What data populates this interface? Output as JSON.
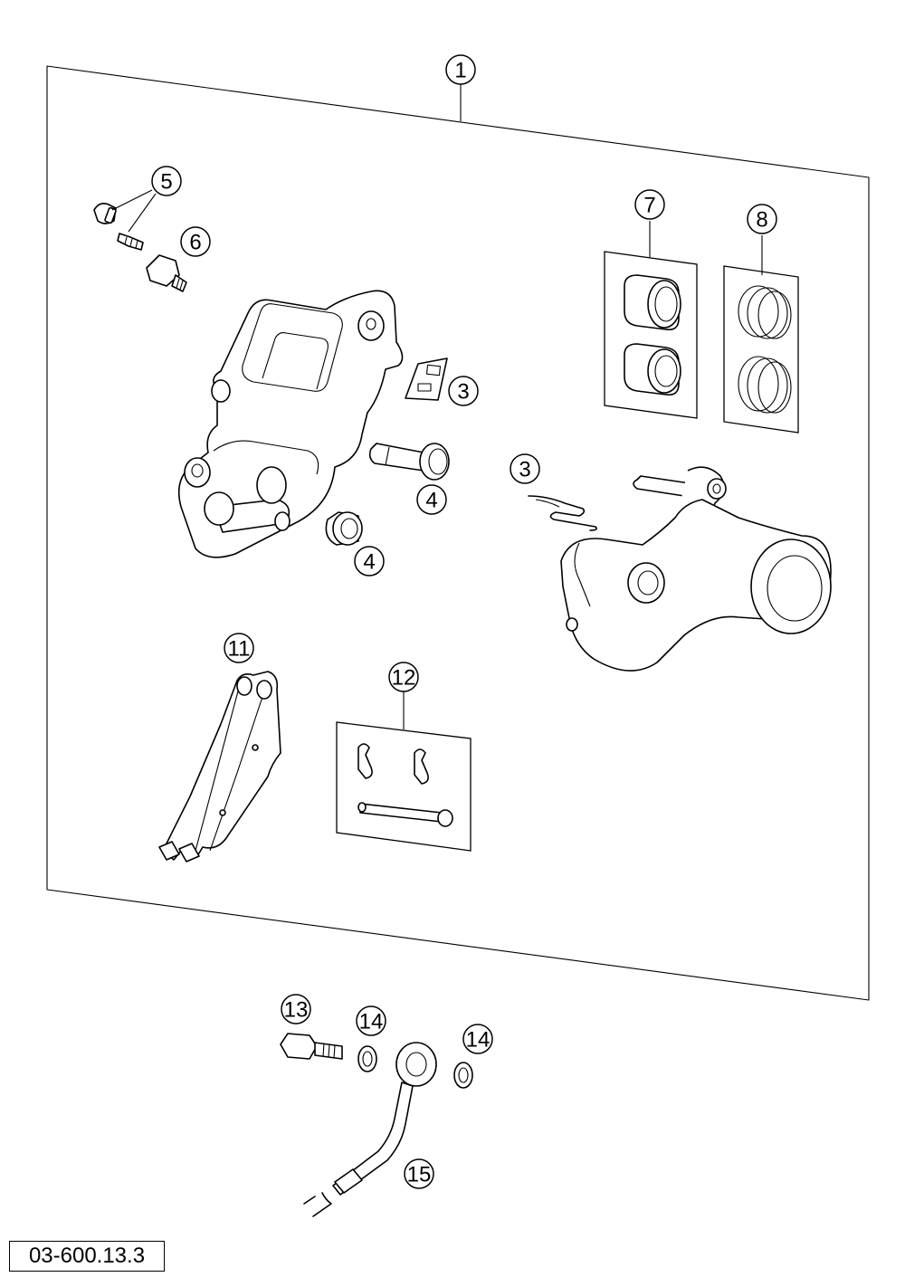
{
  "diagram": {
    "callouts": [
      {
        "id": "c1",
        "label": "1"
      },
      {
        "id": "c5",
        "label": "5"
      },
      {
        "id": "c6",
        "label": "6"
      },
      {
        "id": "c7",
        "label": "7"
      },
      {
        "id": "c8",
        "label": "8"
      },
      {
        "id": "c3a",
        "label": "3"
      },
      {
        "id": "c3b",
        "label": "3"
      },
      {
        "id": "c4a",
        "label": "4"
      },
      {
        "id": "c4b",
        "label": "4"
      },
      {
        "id": "c11",
        "label": "11"
      },
      {
        "id": "c12",
        "label": "12"
      },
      {
        "id": "c13",
        "label": "13"
      },
      {
        "id": "c14a",
        "label": "14"
      },
      {
        "id": "c14b",
        "label": "14"
      },
      {
        "id": "c15",
        "label": "15"
      }
    ],
    "drawing_code": "03-600.13.3"
  }
}
